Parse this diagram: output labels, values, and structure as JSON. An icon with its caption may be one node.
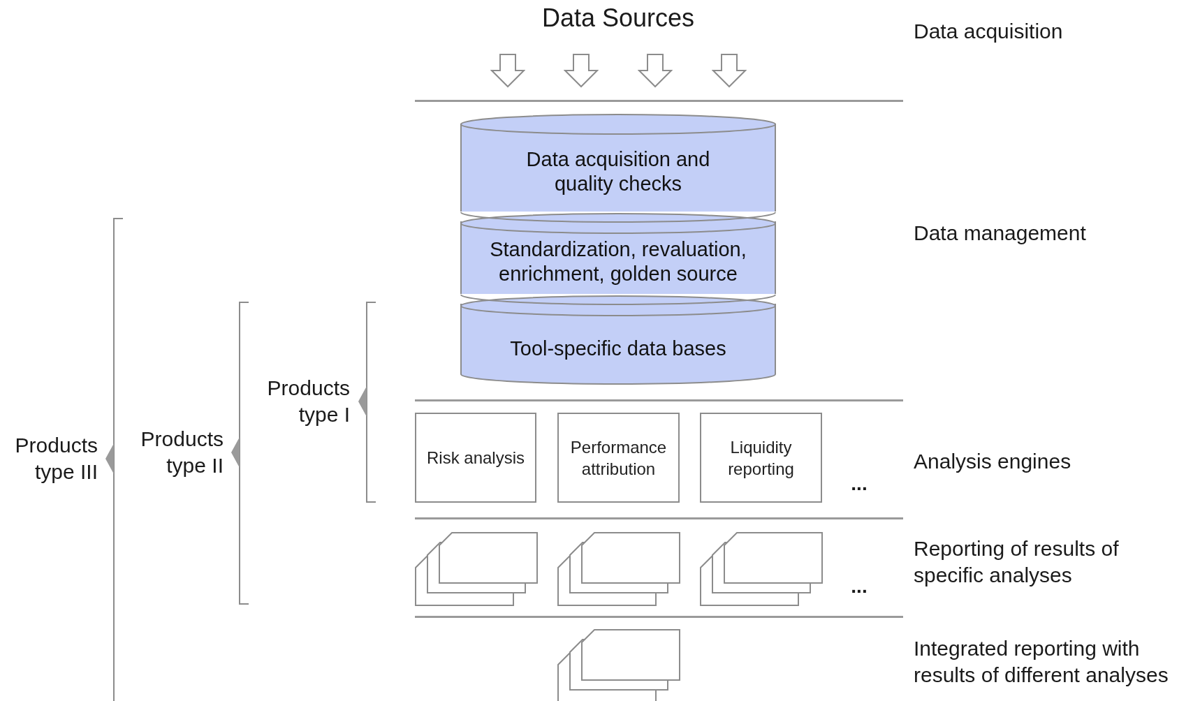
{
  "diagram": {
    "title": "Data Sources",
    "nodes": [
      {
        "text": [
          "Data acquisition and quality checks"
        ]
      },
      {
        "text": [
          "Standardization, revaluation, enrichment, golden source"
        ]
      },
      {
        "text": [
          "Tool-specific data bases"
        ]
      },
      {
        "text": [
          "Risk analysis"
        ]
      },
      {
        "text": [
          "Performance attribution"
        ]
      },
      {
        "text": [
          "Liquidity reporting"
        ]
      },
      {
        "text": [],
        "shape": "box"
      },
      {
        "text": [],
        "shape": "box"
      },
      {
        "text": [],
        "shape": "box"
      },
      {
        "text": [],
        "shape": "box"
      }
    ],
    "edges": [],
    "labels": [
      "Data acquisition",
      "Data management",
      "Products type I",
      "Products type II",
      "Products type III",
      "Analysis engines",
      "...",
      "Reporting of results of specific analyses",
      "...",
      "Integrated reporting with results of different analyses"
    ]
  }
}
